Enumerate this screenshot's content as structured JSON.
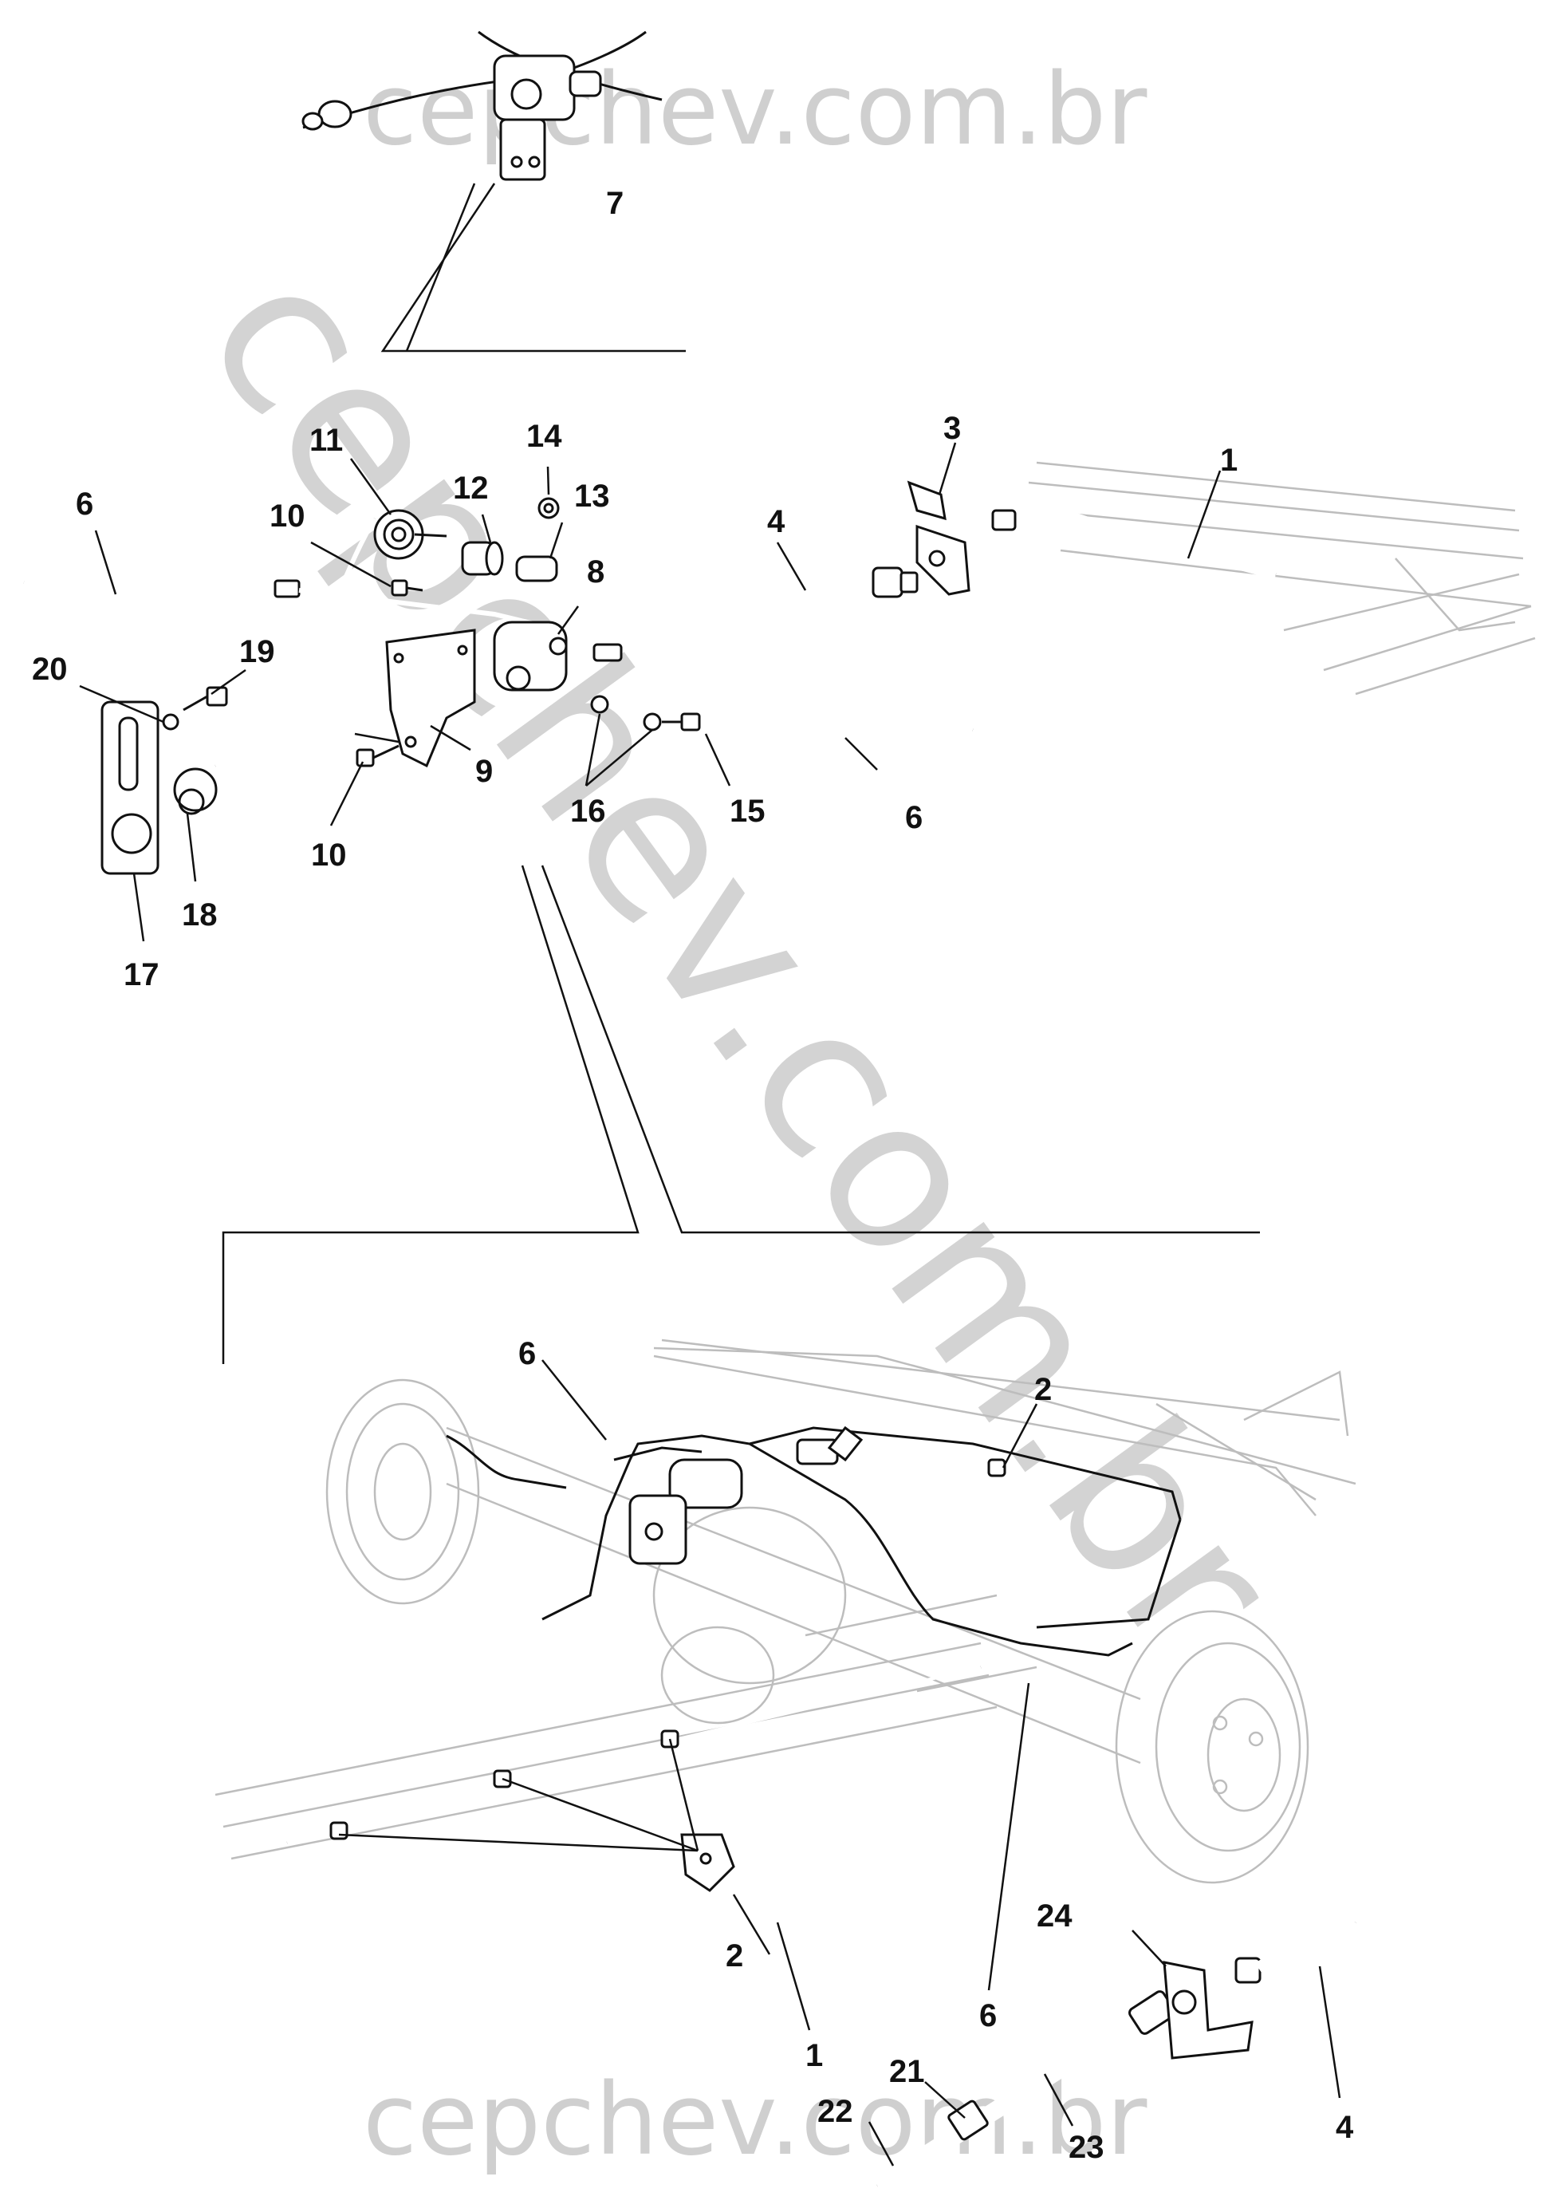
{
  "watermark": {
    "top": "cepchev.com.br",
    "diagonal": "cepchev.com.br",
    "bottom": "cepchev.com.br"
  },
  "callouts": {
    "c1": "1",
    "c2": "2",
    "c3": "3",
    "c4": "4",
    "c6": "6",
    "c7": "7",
    "c8": "8",
    "c9": "9",
    "c10": "10",
    "c11": "11",
    "c12": "12",
    "c13": "13",
    "c14": "14",
    "c15": "15",
    "c16": "16",
    "c17": "17",
    "c18": "18",
    "c19": "19",
    "c20": "20",
    "c21": "21",
    "c22": "22",
    "c23": "23",
    "c24": "24"
  },
  "colors": {
    "ink": "#111111",
    "ghost": "#bdbdbd",
    "watermark": "#cfcfcf"
  }
}
